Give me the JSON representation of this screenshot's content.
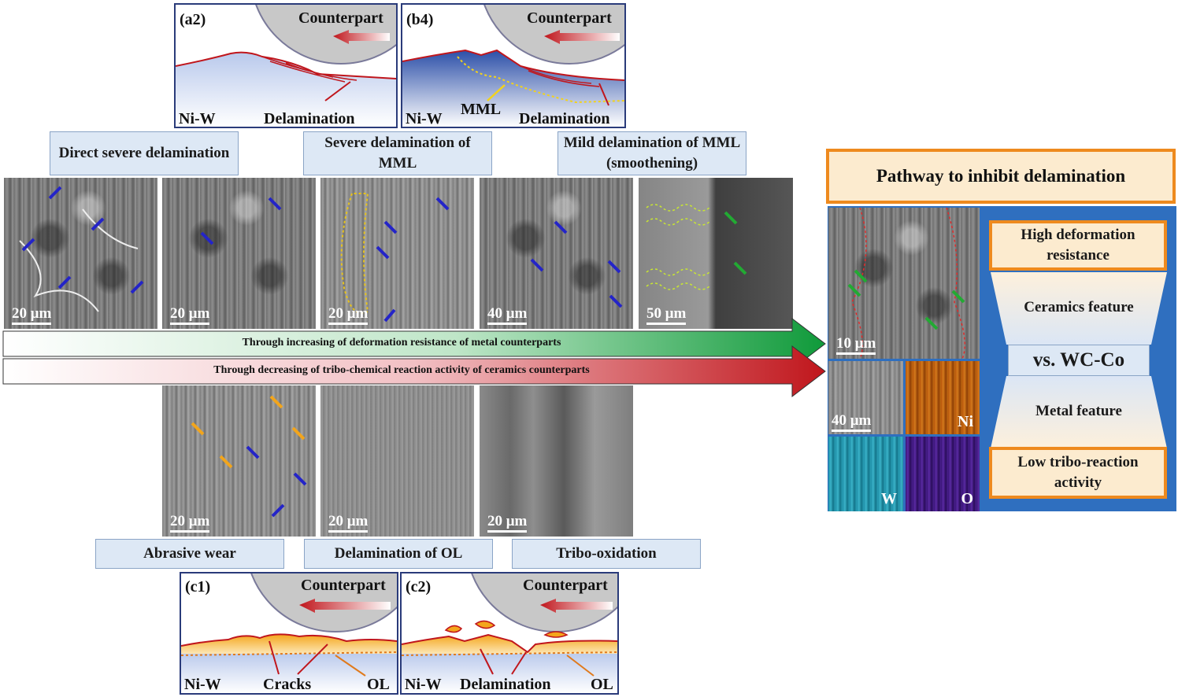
{
  "insets": {
    "a2": {
      "tag": "(a2)",
      "counterpart": "Counterpart",
      "base": "Ni-W",
      "note": "Delamination"
    },
    "b4": {
      "tag": "(b4)",
      "counterpart": "Counterpart",
      "base": "Ni-W",
      "mml": "MML",
      "note": "Delamination"
    },
    "c1": {
      "tag": "(c1)",
      "counterpart": "Counterpart",
      "base": "Ni-W",
      "note": "Cracks",
      "ol": "OL"
    },
    "c2": {
      "tag": "(c2)",
      "counterpart": "Counterpart",
      "base": "Ni-W",
      "note": "Delamination",
      "ol": "OL"
    }
  },
  "top_labels": [
    "Direct severe delamination",
    "Severe delamination of MML",
    "Mild delamination of MML (smoothening)"
  ],
  "top_scales": [
    "20 μm",
    "20 μm",
    "20 μm",
    "40 μm",
    "50 μm"
  ],
  "arrows": {
    "green": "Through increasing of deformation resistance of metal counterparts",
    "red": "Through decreasing of tribo-chemical reaction activity of ceramics counterparts"
  },
  "bottom_scales": [
    "20 μm",
    "20 μm",
    "20 μm"
  ],
  "bottom_labels": [
    "Abrasive wear",
    "Delamination of OL",
    "Tribo-oxidation"
  ],
  "right": {
    "title": "Pathway to inhibit delamination",
    "sem_scale": "10 μm",
    "map_scale": "40 μm",
    "maps": [
      "Ni",
      "W",
      "O"
    ],
    "high": "High deformation resistance",
    "ceramics": "Ceramics feature",
    "vs": "vs. WC-Co",
    "metal": "Metal feature",
    "low": "Low tribo-reaction activity"
  },
  "colors": {
    "green_arrow": "#1a9a3c",
    "red_arrow": "#c0161c",
    "label_box": "#dde8f5",
    "orange_border": "#ee8a1e",
    "blue_panel": "#2f6fbf",
    "blue_marker": "#2424c8",
    "green_marker": "#22aa33",
    "orange_marker": "#f2a51c"
  }
}
